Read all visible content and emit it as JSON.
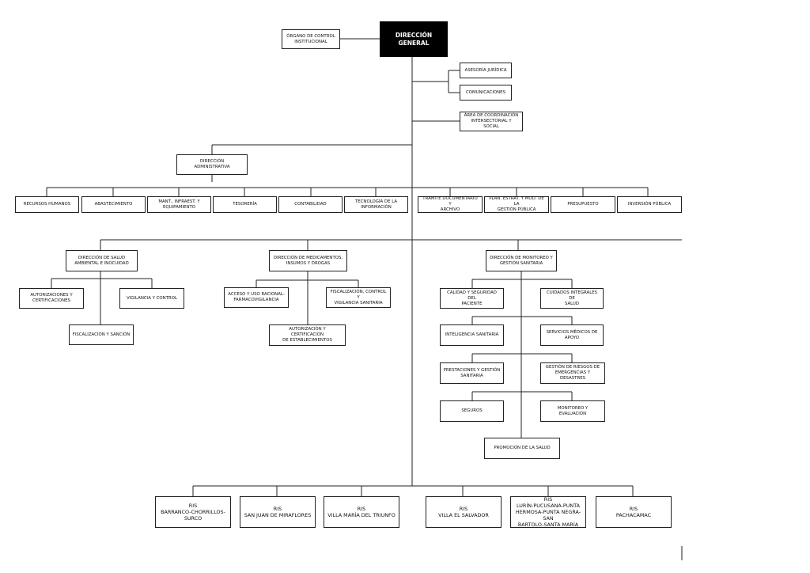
{
  "org": {
    "root": "DIRECCIÓN\nGENERAL",
    "control": "ÓRGANO DE CONTROL\nINSTITUCIONAL",
    "juridica": "ASESORÍA JURÍDICA",
    "comunicaciones": "COMUNICACIONES",
    "coordinacion": "ÁREA DE COORDINACIÓN\nINTERSECTORIAL Y SOCIAL",
    "dir_admin": "DIRECCIÓN\nADMINISTRATIVA",
    "rrhh": "RECURSOS HUMANOS",
    "abastecimiento": "ABASTECIMIENTO",
    "mant": "MANT., INFRAEST. Y\nEQUIPAMIENTO",
    "tesoreria": "TESORERÍA",
    "contabilidad": "CONTABILIDAD",
    "tecnologia": "TECNOLOGÍA DE LA\nINFORMACIÓN",
    "tramite": "TRÁMITE DOCUMENTARIO Y\nARCHIVO",
    "plan": "PLAN. ESTRAT. Y MOD. DE LA\nGESTIÓN PÚBLICA",
    "presupuesto": "PRESUPUESTO",
    "inversion": "INVERSIÓN PÚBLICA",
    "dir_salud_amb": "DIRECCIÓN DE SALUD\nAMBIENTAL E INOCUIDAD",
    "autorizaciones": "AUTORIZACIONES Y\nCERTIFICACIONES",
    "vigilancia": "VIGILANCIA Y CONTROL",
    "fiscalizacion_sancion": "FISCALIZACIÓN Y SANCIÓN",
    "dir_medicamentos": "DIRECCIÓN DE MEDICAMENTOS,\nINSUMOS Y DROGAS",
    "acceso": "ACCESO Y USO RACIONAL-\nFARMACOVIGILANCIA",
    "fisc_control": "FISCALIZACIÓN, CONTROL Y\nVIGILANCIA SANITARIA",
    "autorizacion_cert": "AUTORIZACIÓN Y CERTIFICACIÓN\nDE ESTABLECIMIENTOS",
    "dir_monitoreo": "DIRECCIÓN DE MONITOREO Y\nGESTIÓN SANITARIA",
    "calidad": "CALIDAD Y SEGURIDAD DEL\nPACIENTE",
    "cuidados": "CUIDADOS INTEGRALES DE\nSALUD",
    "inteligencia": "INTELIGENCIA SANITARIA",
    "servicios": "SERVICIOS MÉDICOS DE\nAPOYO",
    "prestaciones": "PRESTACIONES Y GESTIÓN\nSANITARIA",
    "riesgos": "GESTIÓN DE RIESGOS DE\nEMERGENCIAS Y DESASTRES",
    "seguros": "SEGUROS",
    "monitoreo_eval": "MONITOREO Y EVALUACIÓN",
    "promocion": "PROMOCIÓN DE LA SALUD",
    "ris1": "RIS\nBARRANCO-CHORRILLOS-\nSURCO",
    "ris2": "RIS\nSAN JUAN DE MIRAFLORES",
    "ris3": "RIS\nVILLA MARÍA DEL TRIUNFO",
    "ris4": "RIS\nVILLA EL SALVADOR",
    "ris5": "RIS\nLURÍN-PUCUSANA-PUNTA\nHERMOSA-PUNTA NEGRA-SAN\nBARTOLO-SANTA MARÍA",
    "ris6": "RIS\nPACHACAMAC"
  }
}
